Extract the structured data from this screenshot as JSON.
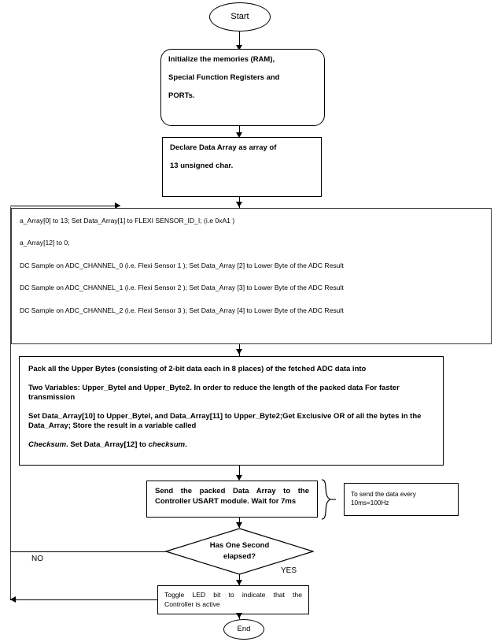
{
  "diagram": {
    "title": "Firmware main loop flowchart",
    "accent_color": "#000000",
    "background": "#ffffff"
  },
  "nodes": {
    "start": {
      "label": "Start",
      "shape": "ellipse"
    },
    "init": {
      "shape": "rounded-rect",
      "lines": [
        "Initialize the memories (RAM),",
        "Special Function Registers and",
        "PORTs."
      ]
    },
    "declare": {
      "shape": "rect",
      "lines": [
        "Declare Data Array as array of",
        "13 unsigned char."
      ]
    },
    "array_ops": {
      "shape": "rect",
      "lines": [
        "a_Array[0] to 13; Set Data_Array[1] to FLEXI SENSOR_ID_I; (i.e 0xA1 )",
        "a_Array[12] to 0;",
        "DC Sample on ADC_CHANNEL_0 (i.e. Flexi Sensor 1 ); Set Data_Array  [2] to Lower Byte of the ADC Result",
        "DC Sample on ADC_CHANNEL_1 (i.e. Flexi Sensor 2 ); Set Data_Array  [3] to Lower Byte of the ADC Result",
        "DC Sample on ADC_CHANNEL_2 (i.e. Flexi Sensor 3 ); Set Data_Array  [4] to Lower Byte of the ADC Result"
      ]
    },
    "pack": {
      "shape": "rect",
      "line1": "Pack all the Upper Bytes (consisting of 2-bit data each in 8 places) of the fetched ADC data into",
      "line2": "Two Variables: Upper_Bytel and Upper_Byte2. In order to reduce the length of the packed data For faster transmission",
      "line3": " Set Data_Array[10] to Upper_Bytel, and Data_Array[11] to Upper_Byte2;Get Exclusive OR of all the bytes in the Data_Array; Store the result in a variable called",
      "line4_italic_a": "Checksum",
      "line4_mid": ". Set Data_Array[12] to ",
      "line4_italic_b": "checksum",
      "line4_end": "."
    },
    "send": {
      "shape": "rect",
      "line1": "Send the packed Data Array to the",
      "line2": "Controller USART module. Wait for 7ms"
    },
    "note": {
      "shape": "note",
      "line1": "To send the data every",
      "line2": "10ms=100Hz"
    },
    "decision": {
      "shape": "diamond",
      "line1": "Has One Second",
      "line2": "elapsed?"
    },
    "toggle": {
      "shape": "rect",
      "line1": "Toggle LED bit to indicate that the",
      "line2": "Controller is active"
    },
    "end": {
      "label": "End",
      "shape": "ellipse"
    }
  },
  "edge_labels": {
    "no": "NO",
    "yes": "YES"
  }
}
